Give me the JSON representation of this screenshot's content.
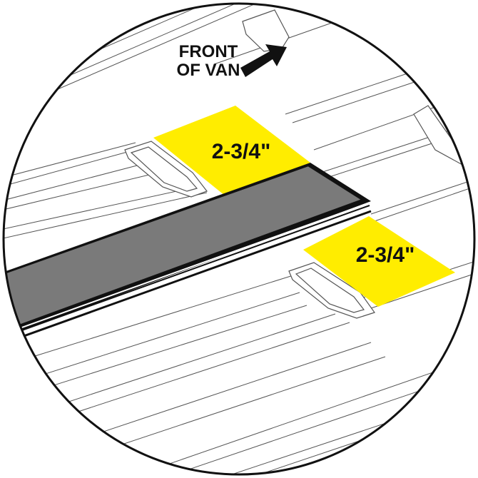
{
  "diagram": {
    "front_label_line1": "FRONT",
    "front_label_line2": "OF VAN",
    "measure_top": "2-3/4\"",
    "measure_bottom": "2-3/4\"",
    "colors": {
      "highlight": "#FFED00",
      "strip_fill": "#7a7a7a",
      "outline": "#111111",
      "floor_line": "#555555"
    },
    "icons": {
      "direction": "arrow-icon"
    }
  }
}
